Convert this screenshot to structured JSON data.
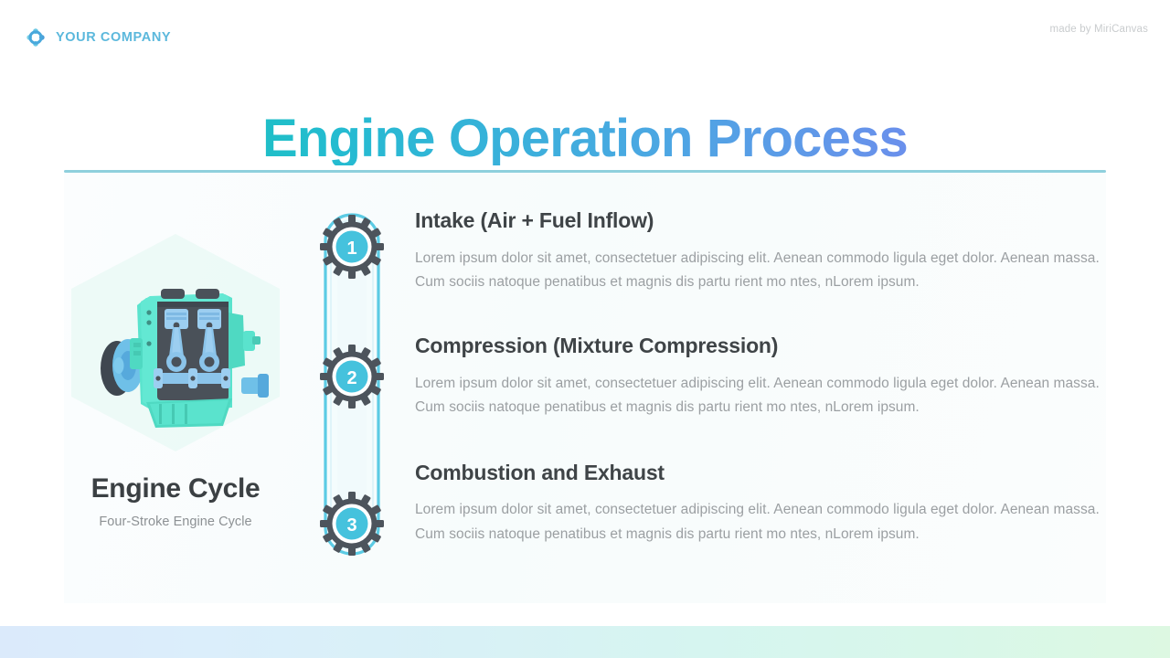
{
  "header": {
    "logo_icon": "flower-circle-logo-icon",
    "company": "YOUR COMPANY",
    "credit": "made by MiriCanvas",
    "logo_color": "#5bb8dc"
  },
  "title": {
    "text": "Engine Operation Process",
    "gradient_from": "#13c9a4",
    "gradient_to": "#7e86ee"
  },
  "divider": {
    "color": "#8fd0dd"
  },
  "left_panel": {
    "illustration_icon": "car-engine-illustration",
    "hexagon_color": "#eaf9f6",
    "title": "Engine Cycle",
    "subtitle": "Four-Stroke Engine Cycle"
  },
  "belt": {
    "icon": "timing-belt-with-gears",
    "outline_color": "#5ccbe4",
    "gear_color": "#4d545c",
    "badge_color": "#45c2dd",
    "gears": [
      "1",
      "2",
      "3"
    ]
  },
  "steps": [
    {
      "number": "1",
      "title": "Intake (Air + Fuel Inflow)",
      "body": "Lorem ipsum dolor sit amet, consectetuer adipiscing elit. Aenean commodo ligula eget dolor. Aenean massa. Cum sociis natoque penatibus et magnis dis partu rient mo ntes, nLorem ipsum."
    },
    {
      "number": "2",
      "title": "Compression (Mixture Compression)",
      "body": "Lorem ipsum dolor sit amet, consectetuer adipiscing elit. Aenean commodo ligula eget dolor. Aenean massa. Cum sociis natoque penatibus et magnis dis partu rient mo ntes, nLorem ipsum."
    },
    {
      "number": "3",
      "title": "Combustion and Exhaust",
      "body": "Lorem ipsum dolor sit amet, consectetuer adipiscing elit. Aenean commodo ligula eget dolor. Aenean massa. Cum sociis natoque penatibus et magnis dis partu rient mo ntes, nLorem ipsum."
    }
  ],
  "footer": {
    "strip_from": "#dbeafb",
    "strip_to": "#ddf8e2"
  }
}
